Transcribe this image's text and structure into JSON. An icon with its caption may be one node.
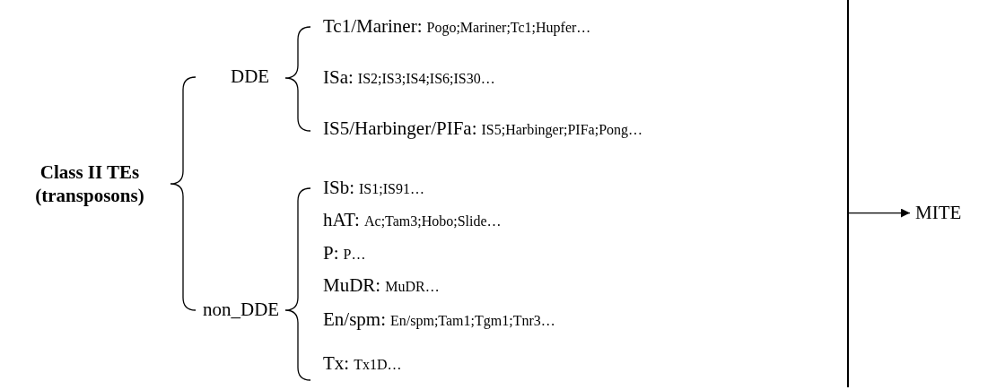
{
  "diagram": {
    "nodes": [
      {
        "text": [
          "Class II TEs (transposons)"
        ]
      },
      {
        "text": [
          "DDE"
        ]
      },
      {
        "text": [
          "Tc1/Mariner:",
          "Pogo;Mariner;Tc1;Hupfer…"
        ]
      },
      {
        "text": [
          "ISa:",
          "IS2;IS3;IS4;IS6;IS30…"
        ]
      },
      {
        "text": [
          "IS5/Harbinger/PIFa:",
          "IS5;Harbinger;PIFa;Pong…"
        ]
      },
      {
        "text": [
          "non_DDE"
        ]
      },
      {
        "text": [
          "ISb:",
          "IS1;IS91…"
        ]
      },
      {
        "text": [
          "hAT:",
          "Ac;Tam3;Hobo;Slide…"
        ]
      },
      {
        "text": [
          "P:",
          "P…"
        ]
      },
      {
        "text": [
          "MuDR:",
          "MuDR…"
        ]
      },
      {
        "text": [
          "En/spm:",
          "En/spm;Tam1;Tgm1;Tnr3…"
        ]
      },
      {
        "text": [
          "Tx:",
          "Tx1D…"
        ]
      },
      {
        "text": [],
        "shape": "bar"
      },
      {
        "text": [
          "MITE"
        ]
      }
    ],
    "edges": [
      {
        "from": 12,
        "to": 13,
        "arrow": "to"
      }
    ]
  }
}
